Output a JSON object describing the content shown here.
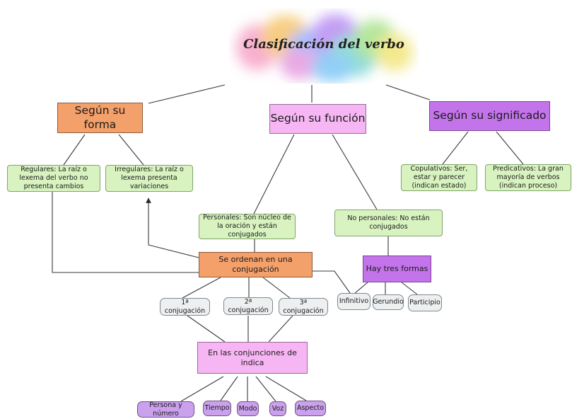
{
  "title": "Clasificación del verbo",
  "categories": {
    "forma": "Según su forma",
    "funcion": "Según su función",
    "significado": "Según su significado"
  },
  "forma": {
    "regulares": "Regulares: La raíz o lexema del verbo no presenta cambios",
    "irregulares": "Irregulares: La raíz o lexema presenta variaciones"
  },
  "significado": {
    "copulativos": "Copulativos: Ser, estar y parecer (indican estado)",
    "predicativos": "Predicativos: La gran mayoría de verbos (indican proceso)"
  },
  "funcion": {
    "personales": "Personales: Son núcleo de la oración y están conjugados",
    "no_personales": "No personales: No están conjugados"
  },
  "conjugacion": {
    "ordenan": "Se ordenan en una conjugación",
    "items": [
      "1ª conjugación",
      "2ª conjugación",
      "3ª conjugación"
    ]
  },
  "formas": {
    "label": "Hay tres formas",
    "items": [
      "Infinitivo",
      "Gerundio",
      "Participio"
    ]
  },
  "indica": {
    "label": "En las conjunciones de indica",
    "items": [
      "Persona y número",
      "Tiempo",
      "Modo",
      "Voz",
      "Aspecto"
    ]
  },
  "colors": {
    "orange": "#f4a06a",
    "pink": "#f6b6f4",
    "purple": "#c474ea",
    "green": "#d8f3c0",
    "grey": "#edeff0",
    "violet": "#cba0ec"
  }
}
